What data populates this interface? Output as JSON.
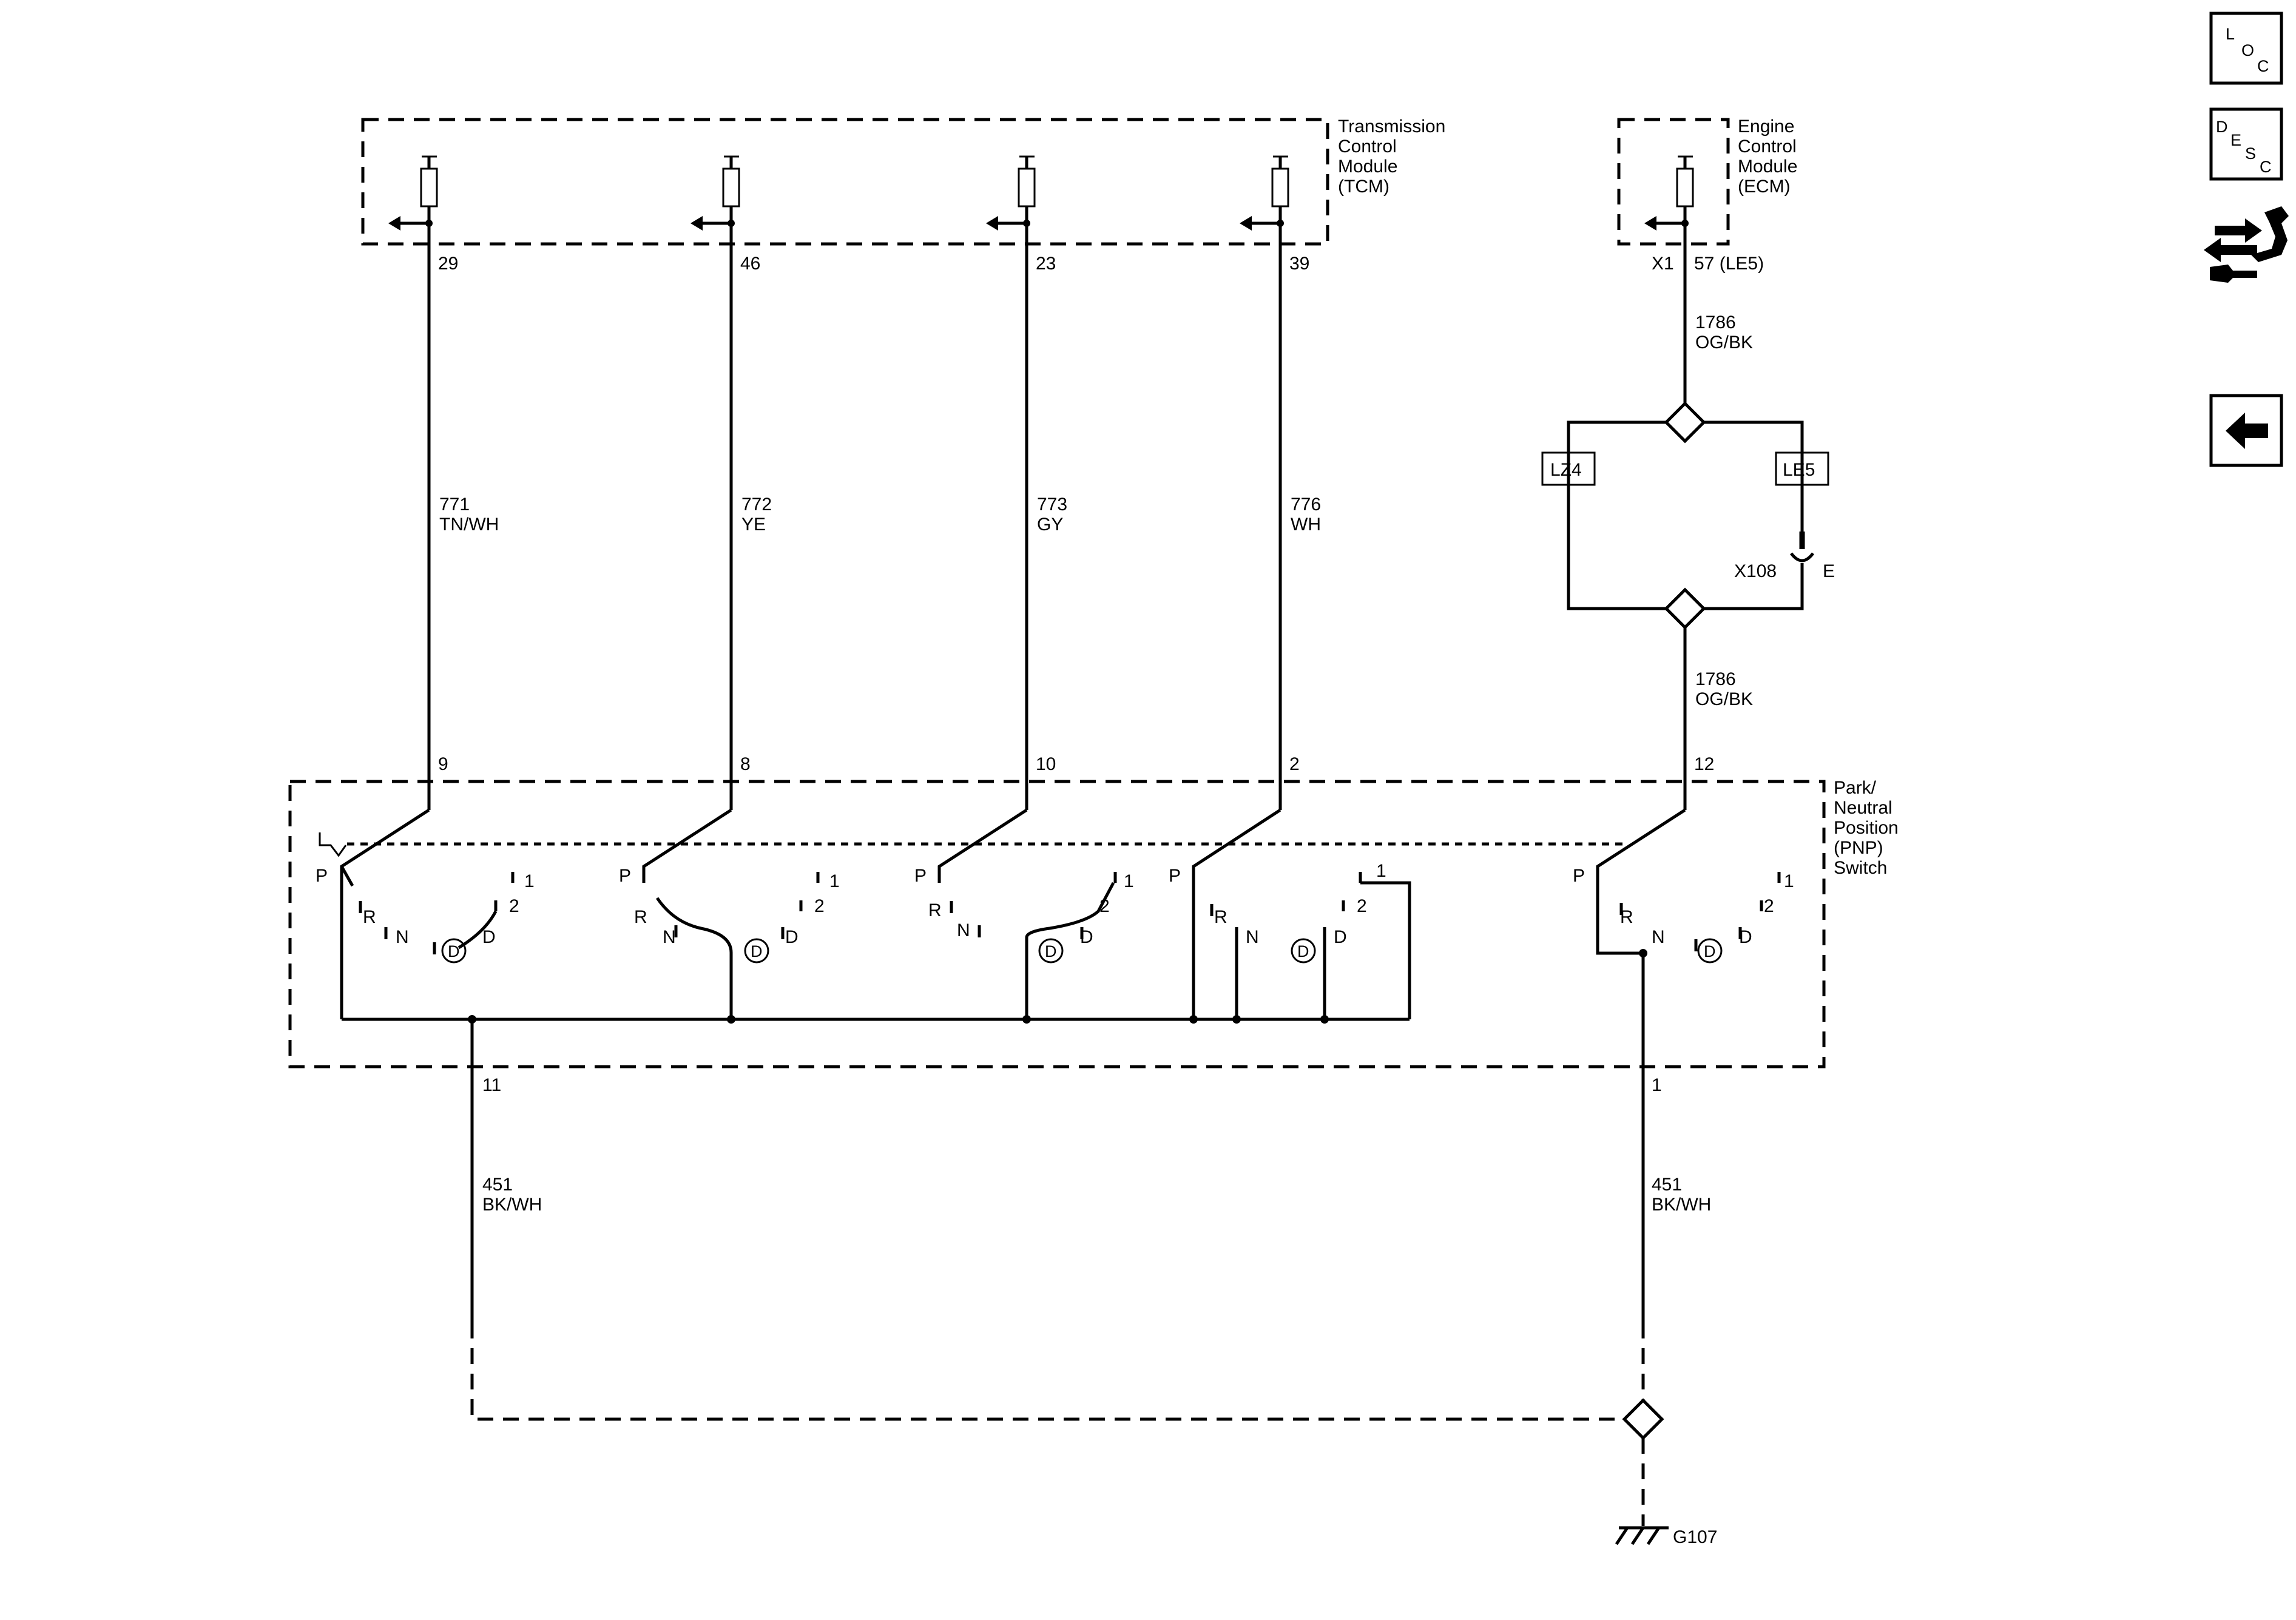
{
  "modules": {
    "tcm": [
      "Transmission",
      "Control",
      "Module",
      "(TCM)"
    ],
    "ecm": [
      "Engine",
      "Control",
      "Module",
      "(ECM)"
    ],
    "pnp": [
      "Park/",
      "Neutral",
      "Position",
      "(PNP)",
      "Switch"
    ]
  },
  "tcm_pins": [
    "29",
    "46",
    "23",
    "39"
  ],
  "ecm_pin": {
    "connector": "X1",
    "pin": "57 (LE5)"
  },
  "pnp_pins": [
    "9",
    "8",
    "10",
    "2",
    "12"
  ],
  "ground_pins": [
    "11",
    "1"
  ],
  "wires": [
    {
      "circuit": "771",
      "color": "TN/WH"
    },
    {
      "circuit": "772",
      "color": "YE"
    },
    {
      "circuit": "773",
      "color": "GY"
    },
    {
      "circuit": "776",
      "color": "WH"
    }
  ],
  "ecm_wire_top": {
    "circuit": "1786",
    "color": "OG/BK"
  },
  "ecm_wire_bottom": {
    "circuit": "1786",
    "color": "OG/BK"
  },
  "options": {
    "left": "LZ4",
    "right": "LE5"
  },
  "connector": {
    "name": "X108",
    "cavity": "E"
  },
  "ground_wires": [
    {
      "circuit": "451",
      "color": "BK/WH"
    },
    {
      "circuit": "451",
      "color": "BK/WH"
    }
  ],
  "ground": "G107",
  "positions": {
    "p": "P",
    "r": "R",
    "n": "N",
    "d": "D",
    "two": "2",
    "one": "1"
  },
  "nav": {
    "loc": [
      "L",
      "O",
      "C"
    ],
    "desc": [
      "D",
      "E",
      "S",
      "C"
    ]
  },
  "icons": [
    "loc-button-icon",
    "desc-button-icon",
    "wrench-arrows-icon",
    "back-arrow-icon"
  ]
}
